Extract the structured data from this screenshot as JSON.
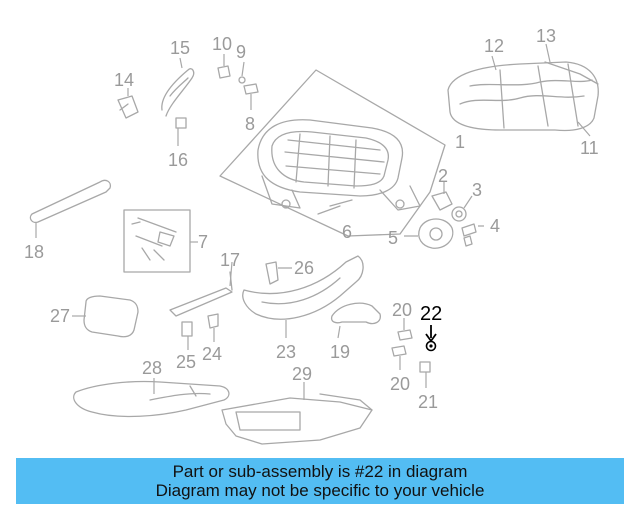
{
  "highlight": {
    "part_number": "22",
    "color": "#000000"
  },
  "part_labels": {
    "p1": "1",
    "p2": "2",
    "p3": "3",
    "p4": "4",
    "p5": "5",
    "p6": "6",
    "p7": "7",
    "p8": "8",
    "p9": "9",
    "p10": "10",
    "p11": "11",
    "p12": "12",
    "p13": "13",
    "p14": "14",
    "p15": "15",
    "p16": "16",
    "p17": "17",
    "p18": "18",
    "p19": "19",
    "p20a": "20",
    "p20b": "20",
    "p21": "21",
    "p23": "23",
    "p24": "24",
    "p25": "25",
    "p26": "26",
    "p27": "27",
    "p28": "28",
    "p29": "29"
  },
  "banner": {
    "line1": "Part or sub-assembly is #22 in diagram",
    "line2": "Diagram may not be specific to your vehicle",
    "background": "#53bdf3"
  }
}
